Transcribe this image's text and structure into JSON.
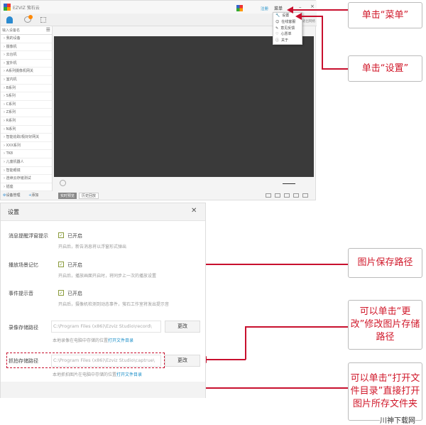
{
  "app": {
    "title": "EZVIZ 萤石云",
    "register": "注册",
    "menu": "菜单",
    "minimize": "–",
    "close": "×",
    "search_placeholder": "输入设备名",
    "devices": [
      "我的设备",
      "摄像机",
      "云台机",
      "室外机",
      "A系列摄像机网关",
      "室内机",
      "B系列",
      "S系列",
      "C系列",
      "Z系列",
      "R系列",
      "N系列",
      "智能追踪/极好好网关",
      "XXX系列",
      "TK8",
      "儿童机器人",
      "智能眼镜",
      "连续云存储测试",
      "插座"
    ],
    "device_manage": "设备管理",
    "add": "添加",
    "tab_live": "实时预览",
    "tab_history": "历史回放",
    "top_right_link": "退出网络"
  },
  "menu": {
    "items": [
      "设置",
      "在线客服",
      "意见反馈",
      "心愿单",
      "关于"
    ]
  },
  "dialog": {
    "title": "设置",
    "close": "✕",
    "rows": [
      {
        "label": "消息提醒浮窗提示",
        "status": "已开启",
        "hint": "开启后，新告消息将以浮窗形式弹出"
      },
      {
        "label": "播放场景记忆",
        "status": "已开启",
        "hint": "开启后，播放画面开启时，将同步上一次的播放设置"
      },
      {
        "label": "事件提示音",
        "status": "已开启",
        "hint": "开启后，摄像机检测到动态事件，萤石工作室将发出提示音"
      }
    ],
    "record_label": "录像存储路径",
    "record_path": "C:\\Program Files (x86)\\Ezviz Studio\\record\\",
    "record_btn": "更改",
    "record_hint": "本地录像在电脑中存储的位置",
    "record_link": "打开文件目录",
    "capture_label": "抓拍存储路径",
    "capture_path": "C:\\Program Files (x86)\\Ezviz Studio\\captrue\\",
    "capture_btn": "更改",
    "capture_hint": "本地抓拍图片在电脑中存储的位置",
    "capture_link": "打开文件目录"
  },
  "notes": {
    "click_menu": "单击“菜单”",
    "click_settings": "单击“设置”",
    "pic_path": "图片保存路径",
    "change": "可以单击“更改”修改图片存储路径",
    "open_dir": "可以单击“打开文件目录”直接打开图片所存文件夹",
    "watermark": "川神下载网"
  },
  "colors": {
    "accent": "#c8102e",
    "link": "#1a8ec8"
  }
}
